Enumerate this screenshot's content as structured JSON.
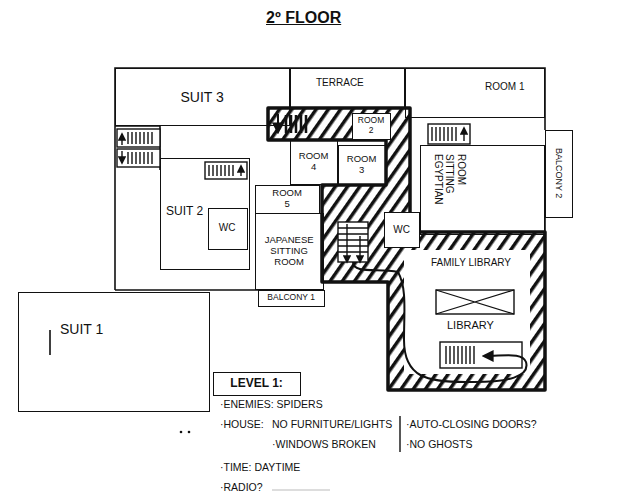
{
  "diagram": {
    "title": "2º FLOOR",
    "nodes": [
      {
        "text": [
          "SUIT 3"
        ]
      },
      {
        "text": [
          "TERRACE"
        ]
      },
      {
        "text": [
          "ROOM 1"
        ]
      },
      {
        "text": [
          "ROOM 2"
        ]
      },
      {
        "text": [
          "ROOM 3"
        ]
      },
      {
        "text": [
          "ROOM 4"
        ]
      },
      {
        "text": [
          "ROOM 5"
        ]
      },
      {
        "text": [
          "SUIT 2"
        ]
      },
      {
        "text": [
          "WC"
        ],
        "in": 7
      },
      {
        "text": [
          "JAPANESE SITTING ROOM"
        ]
      },
      {
        "text": [
          "WC"
        ]
      },
      {
        "text": [
          "EGYPTIAN SITTING ROOM"
        ]
      },
      {
        "text": [
          "BALCONY 2"
        ]
      },
      {
        "text": [
          "BALCONY 1"
        ]
      },
      {
        "text": [
          "FAMILY LIBRARY"
        ]
      },
      {
        "text": [
          "LIBRARY"
        ],
        "in": 14
      },
      {
        "text": [
          "SUIT 1"
        ]
      },
      {
        "text": [
          "LEVEL 1:"
        ]
      }
    ],
    "labels": [
      "·ENEMIES: SPIDERS",
      "·HOUSE:",
      "NO FURNITURE/LIGHTS",
      "·WINDOWS BROKEN",
      "·AUTO-CLOSING DOORS?",
      "·NO GHOSTS",
      "·TIME: DAYTIME",
      "·RADIO?"
    ]
  }
}
